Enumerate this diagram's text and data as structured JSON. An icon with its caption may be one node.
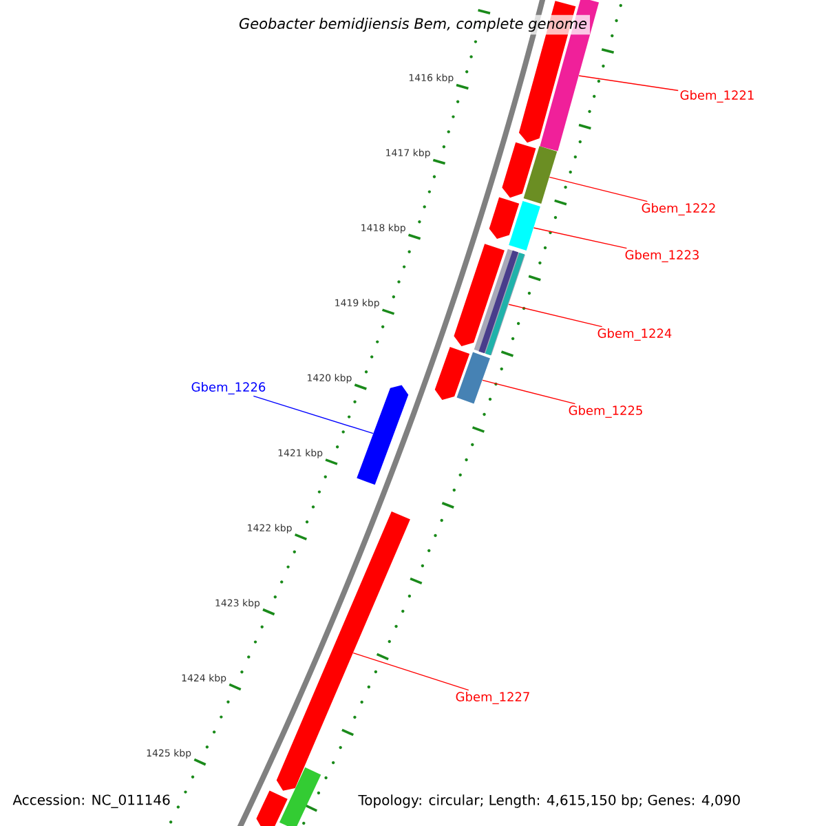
{
  "diagram": {
    "title": "Geobacter bemidjiensis Bem, complete genome",
    "nodes": [
      {
        "text": [
          "Gbem_1221"
        ]
      },
      {
        "text": [
          "Gbem_1222"
        ]
      },
      {
        "text": [
          "Gbem_1223"
        ]
      },
      {
        "text": [
          "Gbem_1224"
        ]
      },
      {
        "text": [
          "Gbem_1226"
        ]
      },
      {
        "text": [
          "Gbem_1225"
        ]
      },
      {
        "text": [
          "Gbem_1227"
        ]
      },
      {
        "text": [],
        "shape": "bar"
      },
      {
        "text": [],
        "shape": "bar"
      },
      {
        "text": [],
        "shape": "bar"
      },
      {
        "text": [],
        "shape": "bar"
      },
      {
        "text": [],
        "shape": "bar"
      },
      {
        "text": [],
        "shape": "bar"
      },
      {
        "text": [],
        "shape": "bar"
      },
      {
        "text": [],
        "shape": "bar"
      },
      {
        "text": [],
        "shape": "bar"
      },
      {
        "text": [],
        "shape": "bar"
      },
      {
        "text": [],
        "shape": "bar"
      },
      {
        "text": [],
        "shape": "bar"
      },
      {
        "text": [],
        "shape": "bar"
      },
      {
        "text": [],
        "shape": "bar"
      }
    ],
    "edges": [
      {
        "from": 0,
        "to": 8,
        "arrow": "none"
      },
      {
        "from": 1,
        "to": 10,
        "arrow": "none"
      },
      {
        "from": 2,
        "to": 12,
        "arrow": "none"
      },
      {
        "from": 3,
        "to": 14,
        "arrow": "none"
      },
      {
        "from": 4,
        "to": 17,
        "arrow": "none",
        "color": "#0000ff"
      },
      {
        "from": 5,
        "to": 16,
        "arrow": "none"
      },
      {
        "from": 6,
        "to": 18,
        "arrow": "none"
      }
    ],
    "labels": [
      "1416 kbp",
      "1417 kbp",
      "1418 kbp",
      "1419 kbp",
      "1420 kbp",
      "1421 kbp",
      "1422 kbp",
      "1423 kbp",
      "1424 kbp",
      "1425 kbp",
      "Accession: NC_011146",
      "Topology: circular; Length: 4,615,150 bp; Genes: 4,090"
    ]
  }
}
